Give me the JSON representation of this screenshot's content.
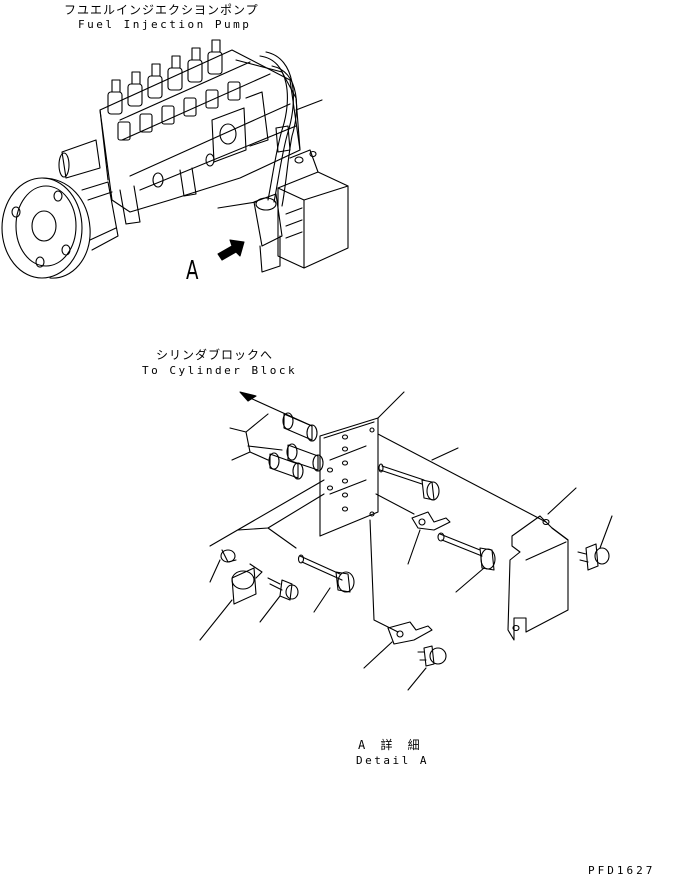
{
  "labels": {
    "pump_jp": "フユエルインジエクシヨンポンプ",
    "pump_en": "Fuel Injection Pump",
    "view_letter": "A",
    "cyl_jp": "シリンダブロックへ",
    "cyl_en": "To Cylinder Block",
    "detail_jp": "A 詳 細",
    "detail_en": "Detail A",
    "drawing_code": "PFD1627"
  },
  "colors": {
    "ink": "#000000",
    "paper": "#ffffff"
  },
  "icons": {
    "view_arrow": "view-direction-arrow-icon"
  }
}
